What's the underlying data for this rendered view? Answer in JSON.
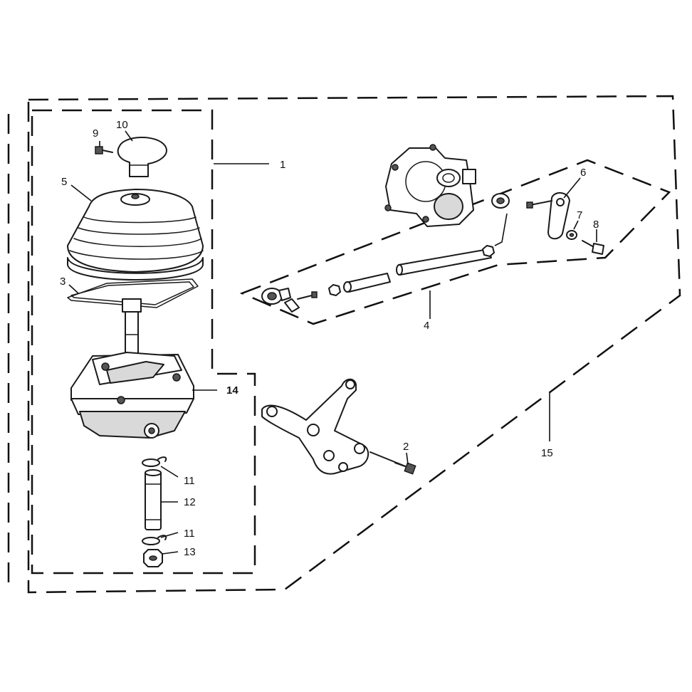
{
  "callouts": {
    "c1": "1",
    "c2": "2",
    "c3": "3",
    "c4": "4",
    "c5": "5",
    "c6": "6",
    "c7": "7",
    "c8": "8",
    "c9": "9",
    "c10": "10",
    "c11a": "11",
    "c11b": "11",
    "c12": "12",
    "c13": "13",
    "c14": "14",
    "c15": "15"
  },
  "colors": {
    "line": "#1a1a1a",
    "background": "#ffffff",
    "part_shade": "#d9d9d9"
  }
}
